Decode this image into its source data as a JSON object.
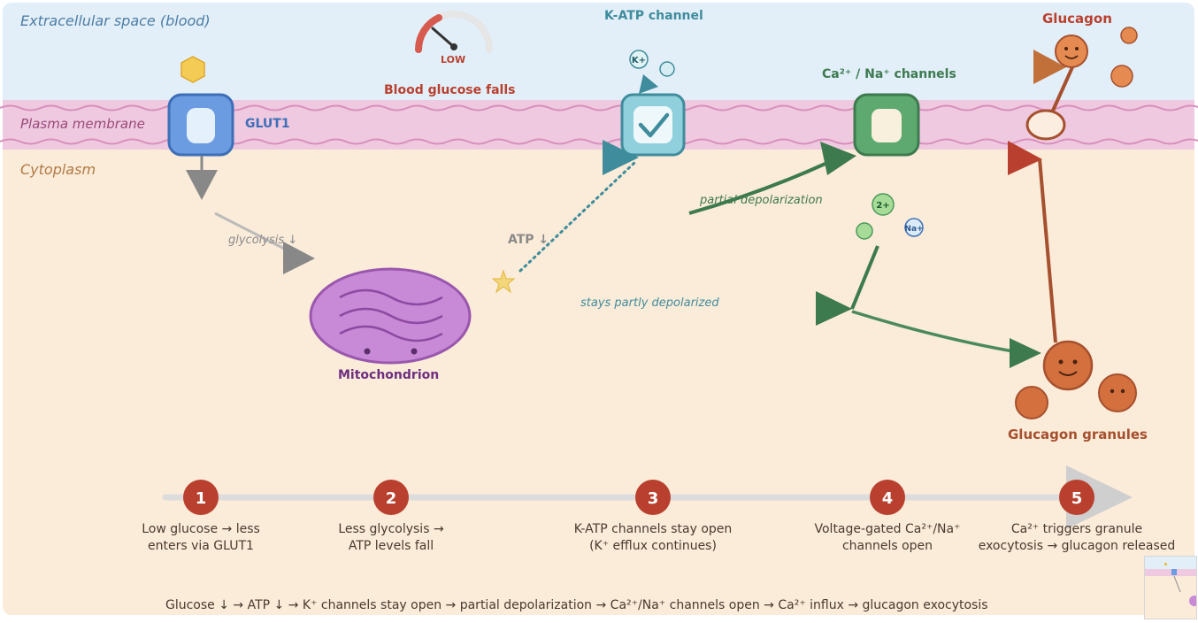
{
  "regions": {
    "extracellular": "Extracellular space (blood)",
    "membrane": "Plasma membrane",
    "cytoplasm": "Cytoplasm"
  },
  "gauge": {
    "label": "LOW",
    "caption": "Blood glucose falls"
  },
  "glut1": {
    "label": "GLUT1"
  },
  "katp": {
    "title": "K-ATP channel",
    "ion": "K+"
  },
  "ca_channel": {
    "title": "Ca²⁺ / Na⁺ channels",
    "ion_ca": "2+",
    "ion_na": "Na+"
  },
  "glucagon": {
    "title": "Glucagon"
  },
  "mitochondrion": {
    "label": "Mitochondrion"
  },
  "granules": {
    "label": "Glucagon granules"
  },
  "annotations": {
    "glycolysis": "glycolysis ↓",
    "atp": "ATP ↓",
    "partial_depol": "partial depolarization",
    "stays_depol": "stays partly depolarized"
  },
  "steps": [
    {
      "num": "1",
      "text": "Low glucose → less\nenters via GLUT1"
    },
    {
      "num": "2",
      "text": "Less glycolysis →\nATP levels fall"
    },
    {
      "num": "3",
      "text": "K-ATP channels stay open\n(K⁺ efflux continues)"
    },
    {
      "num": "4",
      "text": "Voltage-gated Ca²⁺/Na⁺\nchannels open"
    },
    {
      "num": "5",
      "text": "Ca²⁺ triggers granule\nexocytosis → glucagon released"
    }
  ],
  "summary": "Glucose ↓ → ATP ↓ → K⁺ channels stay open → partial depolarization → Ca²⁺/Na⁺ channels open → Ca²⁺ influx → glucagon exocytosis",
  "colors": {
    "glut": "#6b9be0",
    "katp": "#8fd0dc",
    "ca": "#5ea970",
    "green": "#3d7a4e",
    "teal": "#3f8c9c",
    "glucagon": "#d4703e",
    "brown": "#a5502e",
    "mito": "#c88ad6",
    "step": "#b9402e"
  }
}
